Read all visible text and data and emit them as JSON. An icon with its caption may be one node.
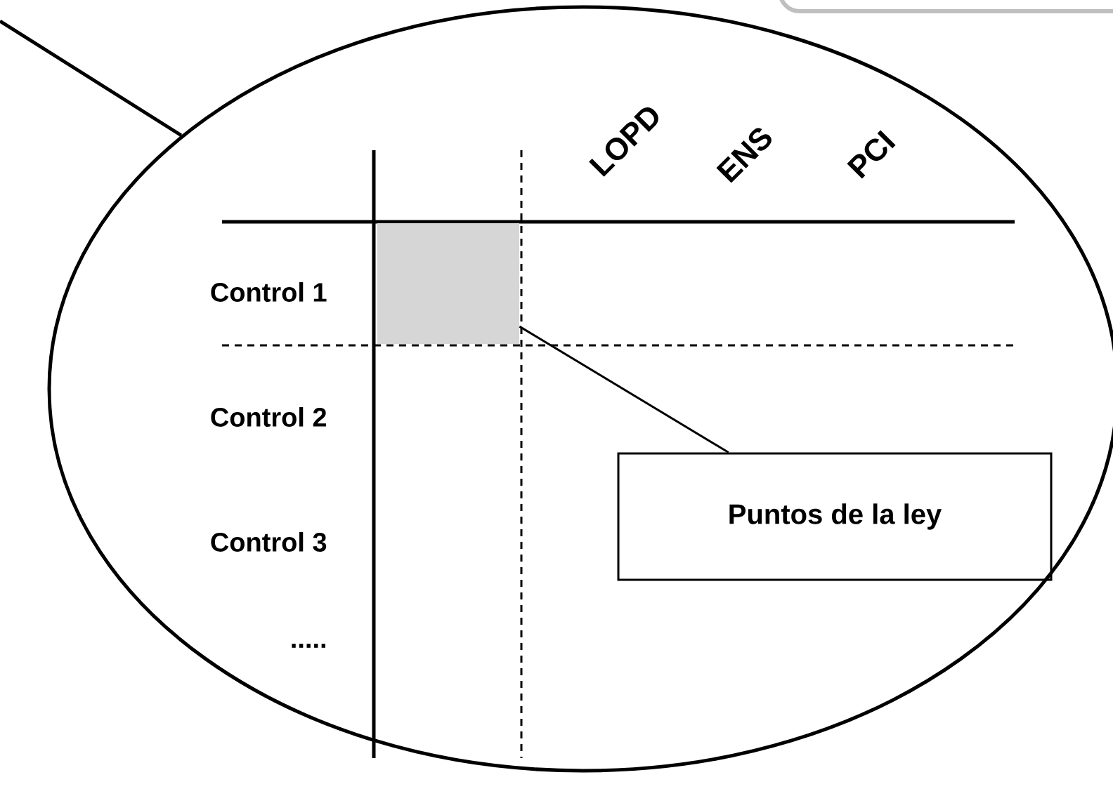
{
  "diagram": {
    "nodes": [
      {
        "text": [],
        "shape": "circle"
      },
      {
        "text": [],
        "shape": "box",
        "in": 0
      },
      {
        "text": [
          "Puntos de la ley"
        ],
        "in": 0
      }
    ],
    "edges": [
      {
        "from": null,
        "to": 0,
        "arrow": "none"
      },
      {
        "from": 2,
        "to": 1,
        "arrow": "none"
      }
    ],
    "labels": [
      "LOPD",
      "ENS",
      "PCI",
      "Control 1",
      "Control 2",
      "Control 3",
      "....."
    ]
  }
}
